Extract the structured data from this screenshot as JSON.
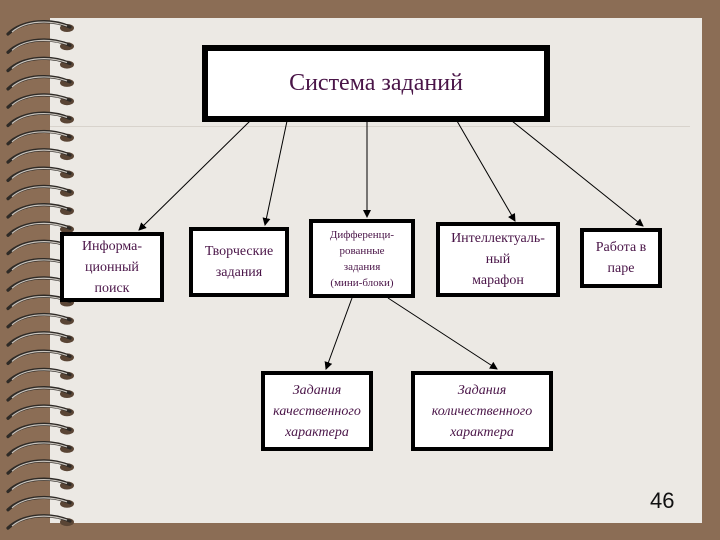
{
  "title": "Система заданий",
  "nodes": {
    "info": "Информа-\nционный\nпоиск",
    "creative": "Творческие\nзадания",
    "differentiated": "Дифференци-\nрованные\nзадания\n(мини-блоки)",
    "intellectual": "Интеллектуаль-\nный\nмарафон",
    "pair": "Работа в\nпаре",
    "qualitative": "Задания\nкачественного\nхарактера",
    "quantitative": "Задания\nколичественного\nхарактера"
  },
  "page_number": "46",
  "colors": {
    "frame": "#8b6d55",
    "paper": "#ece9e4",
    "text": "#4a1548",
    "border": "#000000"
  }
}
